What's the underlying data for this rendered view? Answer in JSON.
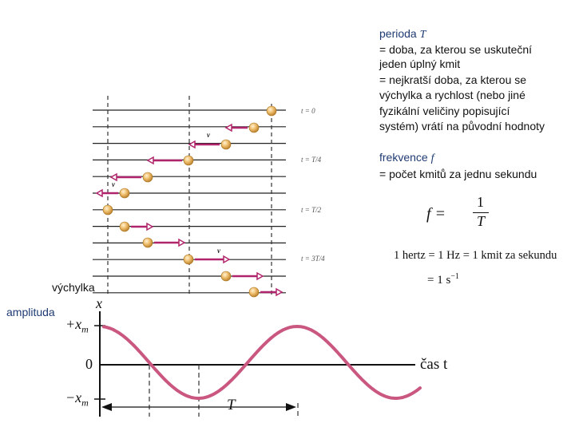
{
  "right_text": {
    "perioda_label": "perioda",
    "perioda_symbol": "T",
    "perioda_lines": [
      "= doba, za kterou se uskuteční",
      "jeden úplný kmit",
      "= nejkratší doba, za kterou se",
      "výchylka a rychlost (nebo jiné",
      "fyzikální veličiny popisující",
      "systém) vrátí na původní hodnoty"
    ],
    "frekvence_label": "frekvence",
    "frekvence_symbol": "f",
    "frekvence_line": "= počet kmitů za jednu sekundu"
  },
  "formula": {
    "lhs": "f =",
    "numerator": "1",
    "denominator": "T"
  },
  "hertz": {
    "line1": "1 hertz = 1 Hz = 1 kmit za sekundu",
    "line2": "= 1 s",
    "line2_exp": "−1"
  },
  "left_labels": {
    "vychylka": "výchylka",
    "amplituda": "amplituda"
  },
  "time_labels": [
    "t = 0",
    "t = T/4",
    "t = T/2",
    "t = 3T/4"
  ],
  "velocity_symbol": "v",
  "graph": {
    "x_axis_label": "x",
    "plus_xm": "+x",
    "minus_xm": "−x",
    "m_sub": "m",
    "zero": "0",
    "time_axis": "čas t",
    "period": "T",
    "curve_color": "#c9577f",
    "arrow_color": "#b0246b",
    "ball_color": "#e0a94a"
  }
}
